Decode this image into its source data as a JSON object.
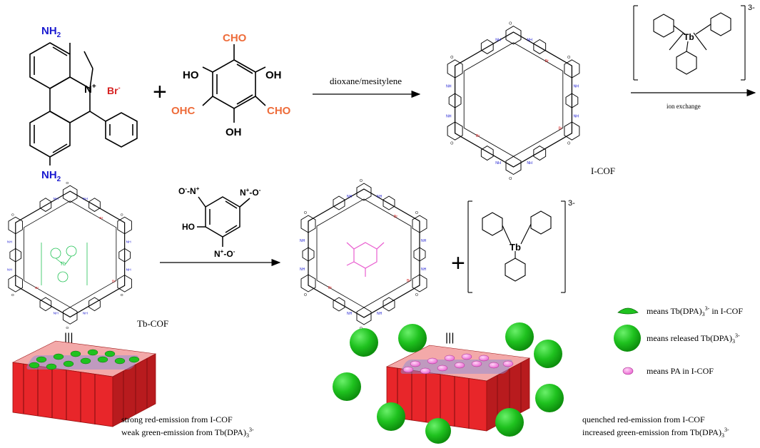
{
  "reagents": {
    "amine_top": "NH",
    "amine_bottom": "NH",
    "amine_sub": "2",
    "n_plus": "N",
    "bromide": "Br",
    "aldehyde": "CHO",
    "aldehyde_left": "OHC",
    "aldehyde_right": "CHO",
    "hydroxyl": "HO",
    "hydroxyl_right": "OH",
    "hydroxyl_bottom": "OH",
    "plus": "+"
  },
  "steps": {
    "synthesis_condition": "dioxane/mesitylene",
    "exchange_condition": "ion exchange",
    "complex_charge": "3-",
    "complex_metal": "Tb",
    "pa_n": "N",
    "pa_o": "O",
    "pa_ho": "HO"
  },
  "labels": {
    "icof": "I-COF",
    "tbcof": "Tb-COF",
    "equiv_mark": "|||"
  },
  "captions": {
    "left_line1": "strong red-emission from I-COF",
    "left_line2": "weak green-emission from Tb(DPA)",
    "right_line1": "quenched red-emission from I-COF",
    "right_line2": "increased green-emission from Tb(DPA)",
    "sub3": "3",
    "sup3": "3-"
  },
  "legend": {
    "item1": "means Tb(DPA)",
    "item1_suffix": " in I-COF",
    "item2": "means released Tb(DPA)",
    "item3": "means PA in I-COF"
  },
  "colors": {
    "cof_red": "#e8262a",
    "cof_dark_red": "#a31417",
    "sphere_green": "#1fc21f",
    "sphere_dark": "#0f7d0f",
    "pa_pink": "#e95fd0",
    "nitrogen_blue": "#1a1ad0",
    "aldehyde_orange": "#ee6c3a"
  }
}
